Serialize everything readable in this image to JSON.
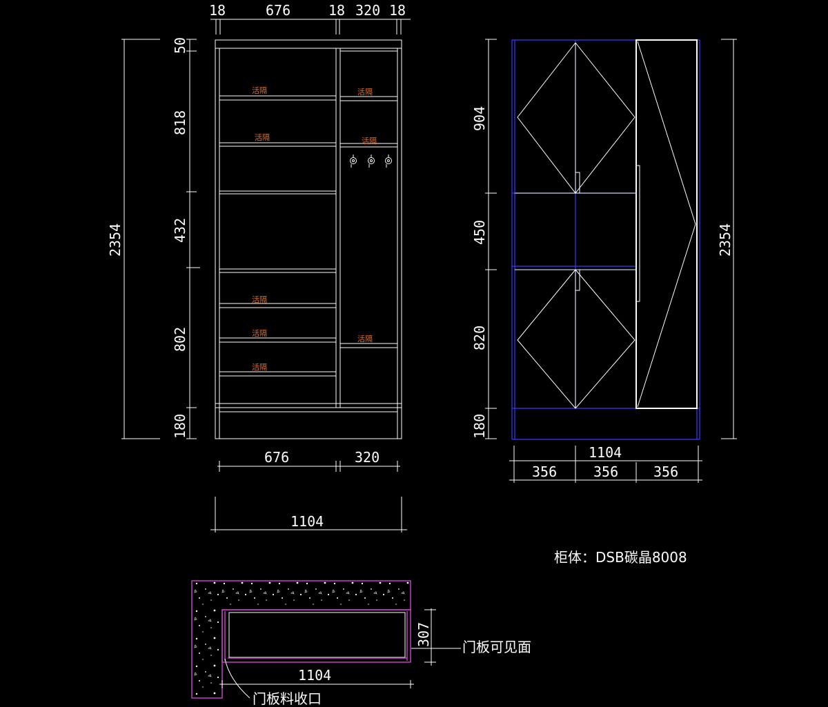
{
  "front_elevation": {
    "top_dims": [
      "18",
      "676",
      "18",
      "320",
      "18"
    ],
    "left_total": "2354",
    "left_dims": [
      "50",
      "818",
      "432",
      "802",
      "180"
    ],
    "bottom_dims": [
      "676",
      "320"
    ],
    "overall_width": "1104",
    "shelf_labels": [
      "活隔",
      "活隔",
      "活隔",
      "活隔",
      "活隔",
      "活隔",
      "活隔",
      "活隔"
    ]
  },
  "door_elevation": {
    "left_dims": [
      "904",
      "450",
      "820",
      "180"
    ],
    "right_total": "2354",
    "width_total": "1104",
    "panel_widths": [
      "356",
      "356",
      "356"
    ]
  },
  "material_note": "柜体：DSB碳晶8008",
  "plan_section": {
    "depth": "307",
    "width": "1104",
    "label_visible_face": "门板可见面",
    "label_edge": "门板料收口"
  }
}
